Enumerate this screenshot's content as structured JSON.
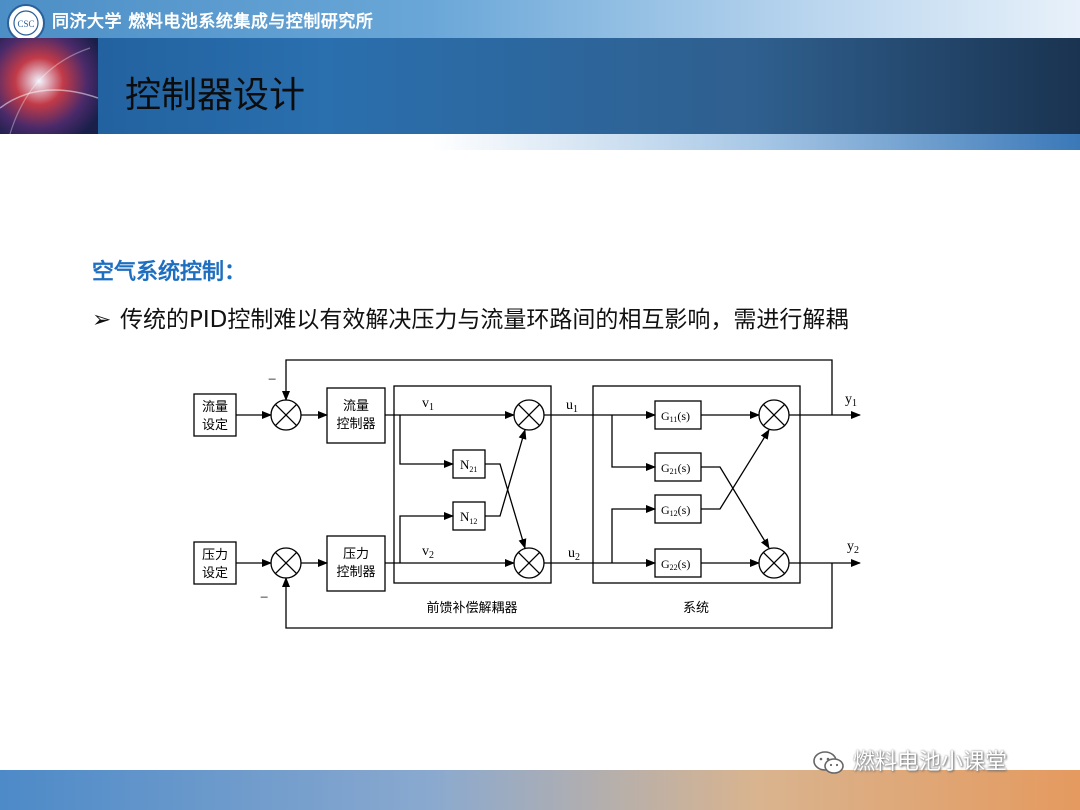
{
  "org_title": "同济大学 燃料电池系统集成与控制研究所",
  "slide_title": "控制器设计",
  "section_title": "空气系统控制：",
  "bullet": {
    "marker": "➢",
    "text": "传统的PID控制难以有效解决压力与流量环路间的相互影响，需进行解耦"
  },
  "diagram": {
    "set_flow": [
      "流量",
      "设定"
    ],
    "set_pressure": [
      "压力",
      "设定"
    ],
    "ctrl_flow": [
      "流量",
      "控制器"
    ],
    "ctrl_pressure": [
      "压力",
      "控制器"
    ],
    "minus": "−",
    "v1": "v",
    "v2": "v",
    "u1": "u",
    "u2": "u",
    "y1": "y",
    "y2": "y",
    "sub1": "1",
    "sub2": "2",
    "n21": "N",
    "n21_sub": "21",
    "n12": "N",
    "n12_sub": "12",
    "g11": "G",
    "g11_sub": "11",
    "g21": "G",
    "g21_sub": "21",
    "g12": "G",
    "g12_sub": "12",
    "g22": "G",
    "g22_sub": "22",
    "g_suffix": "(s)",
    "decoupler_label": "前馈补偿解耦器",
    "system_label": "系统"
  },
  "watermark": "燃料电池小课堂",
  "icons": {
    "logo": "university-seal-icon",
    "watermark": "wechat-icon"
  }
}
